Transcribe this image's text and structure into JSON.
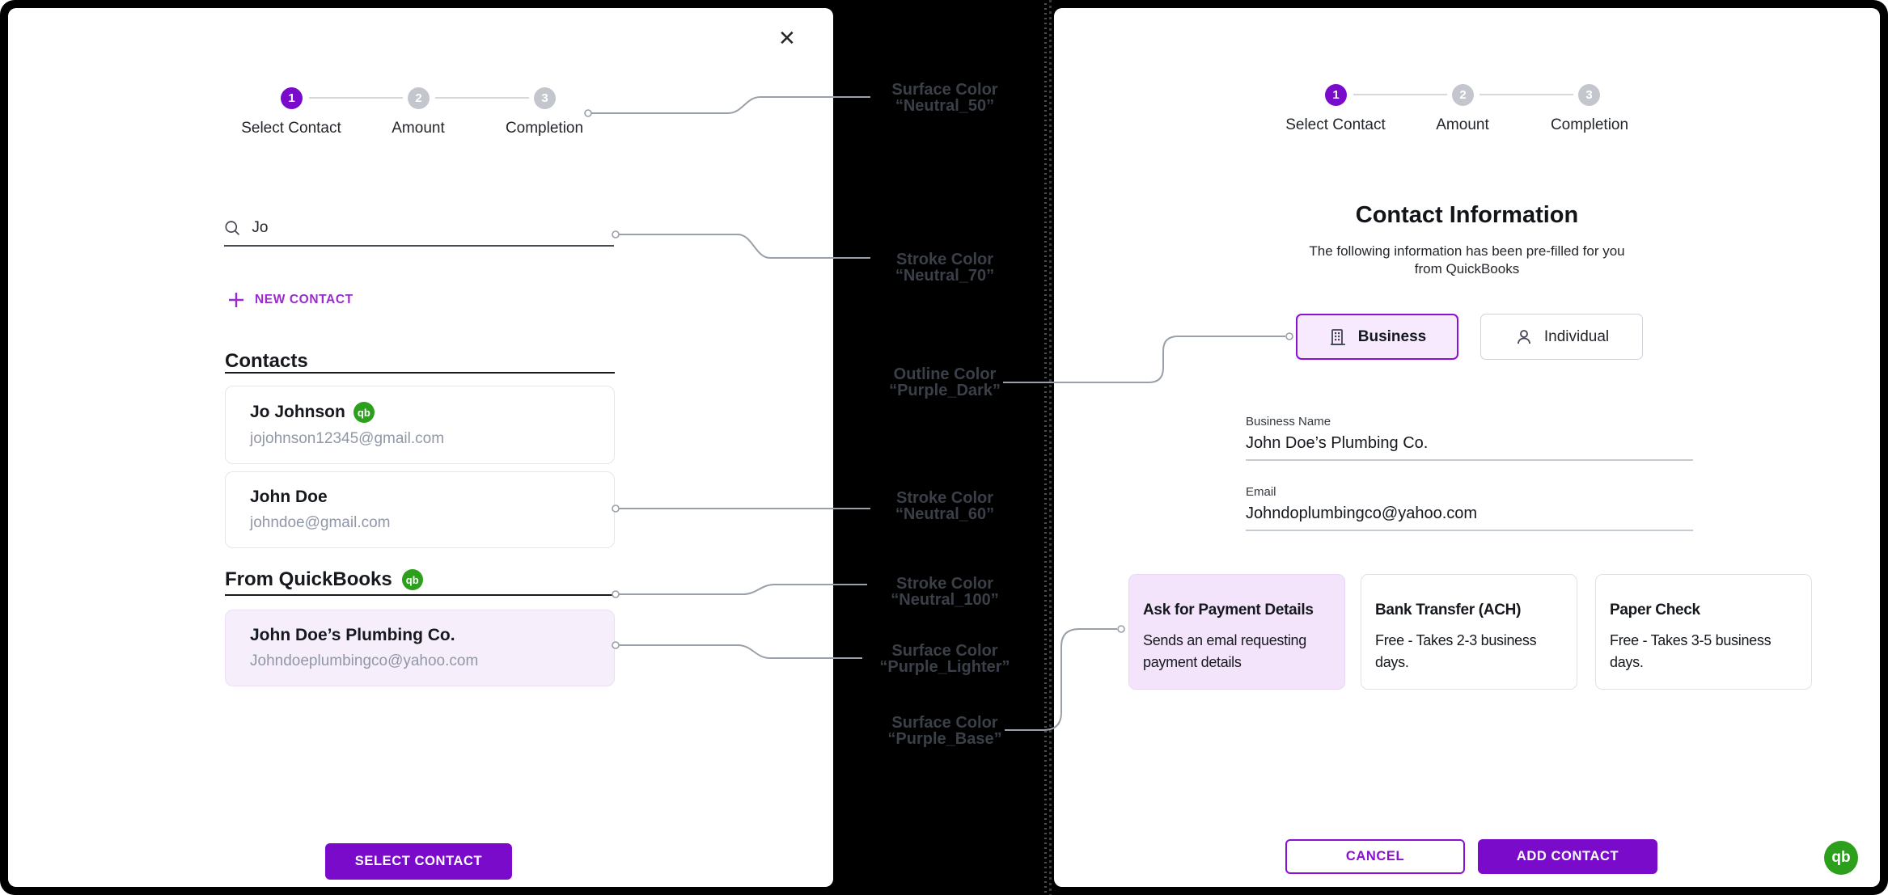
{
  "stepper": {
    "steps": [
      {
        "number": "1",
        "label": "Select Contact",
        "active": true
      },
      {
        "number": "2",
        "label": "Amount",
        "active": false
      },
      {
        "number": "3",
        "label": "Completion",
        "active": false
      }
    ]
  },
  "modal_left": {
    "close_icon": "✕",
    "search": {
      "value": "Jo"
    },
    "new_contact_label": "NEW CONTACT",
    "contacts_section": {
      "title": "Contacts",
      "items": [
        {
          "name": "Jo Johnson",
          "email": "jojohnson12345@gmail.com",
          "qb_badge": "qb"
        },
        {
          "name": "John Doe",
          "email": "johndoe@gmail.com"
        }
      ]
    },
    "quickbooks_section": {
      "title": "From QuickBooks",
      "badge": "qb",
      "items": [
        {
          "name": "John Doe’s Plumbing Co.",
          "email": "Johndoeplumbingco@yahoo.com"
        }
      ]
    },
    "select_button": "SELECT CONTACT"
  },
  "annotations": {
    "items": [
      {
        "line1": "Surface Color",
        "line2": "“Neutral_50”"
      },
      {
        "line1": "Stroke Color",
        "line2": "“Neutral_70”"
      },
      {
        "line1": "Outline Color",
        "line2": "“Purple_Dark”"
      },
      {
        "line1": "Stroke Color",
        "line2": "“Neutral_60”"
      },
      {
        "line1": "Stroke Color",
        "line2": "“Neutral_100”"
      },
      {
        "line1": "Surface Color",
        "line2": "“Purple_Lighter”"
      },
      {
        "line1": "Surface Color",
        "line2": "“Purple_Base”"
      }
    ]
  },
  "modal_right": {
    "title": "Contact Information",
    "subtitle_line1": "The following information has been pre-filled for you",
    "subtitle_line2": "from QuickBooks",
    "type_toggle": [
      {
        "label": "Business",
        "selected": true
      },
      {
        "label": "Individual",
        "selected": false
      }
    ],
    "fields": [
      {
        "label": "Business Name",
        "value": "John Doe’s Plumbing Co."
      },
      {
        "label": "Email",
        "value": "Johndoplumbingco@yahoo.com"
      }
    ],
    "payment_options": [
      {
        "title": "Ask for Payment Details",
        "desc": "Sends an emal requesting payment details",
        "selected": true
      },
      {
        "title": "Bank Transfer (ACH)",
        "desc": "Free - Takes 2-3 business days.",
        "selected": false
      },
      {
        "title": "Paper Check",
        "desc": "Free - Takes 3-5 business days.",
        "selected": false
      }
    ],
    "cancel_button": "CANCEL",
    "add_button": "ADD CONTACT",
    "qb_logo": "qb"
  },
  "colors": {
    "primary_purple": "#7a0bcb",
    "outline_purple_dark": "#8b10d0",
    "surface_purple_lighter": "#f6eefb",
    "surface_purple_base": "#f3e4fc",
    "qb_green": "#2ca01c",
    "annotation_text": "#3a3f48",
    "surface_neutral_50": "#ffffff"
  }
}
